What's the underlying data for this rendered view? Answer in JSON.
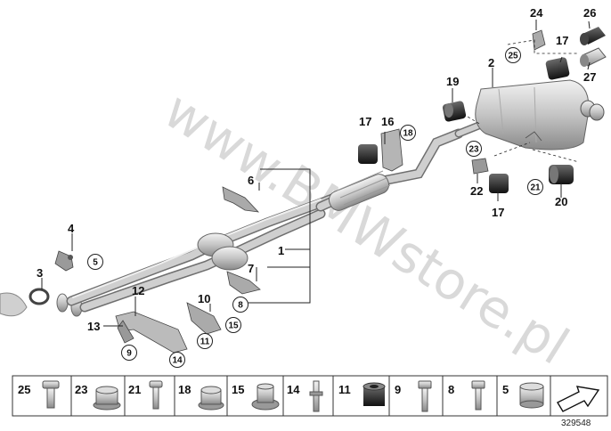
{
  "watermark": "www.BMWstore.pl",
  "image_id": "329548",
  "callouts": {
    "c1": "1",
    "c2": "2",
    "c3": "3",
    "c4": "4",
    "c6": "6",
    "c7": "7",
    "c10": "10",
    "c12": "12",
    "c13": "13",
    "c16": "16",
    "c17a": "17",
    "c17b": "17",
    "c17c": "17",
    "c19": "19",
    "c20": "20",
    "c22": "22",
    "c24": "24",
    "c26": "26",
    "c27": "27"
  },
  "circled": {
    "o5": "5",
    "o8": "8",
    "o9": "9",
    "o11": "11",
    "o14": "14",
    "o15": "15",
    "o18": "18",
    "o21": "21",
    "o23": "23",
    "o25": "25"
  },
  "legend": {
    "items": [
      {
        "num": "25",
        "part": "screw"
      },
      {
        "num": "23",
        "part": "flange-nut"
      },
      {
        "num": "21",
        "part": "bolt"
      },
      {
        "num": "18",
        "part": "flange-nut"
      },
      {
        "num": "15",
        "part": "collar-nut"
      },
      {
        "num": "14",
        "part": "stud-bolt"
      },
      {
        "num": "11",
        "part": "spacer-sleeve"
      },
      {
        "num": "9",
        "part": "hex-bolt"
      },
      {
        "num": "8",
        "part": "hex-bolt"
      },
      {
        "num": "5",
        "part": "self-locking-nut"
      }
    ]
  }
}
